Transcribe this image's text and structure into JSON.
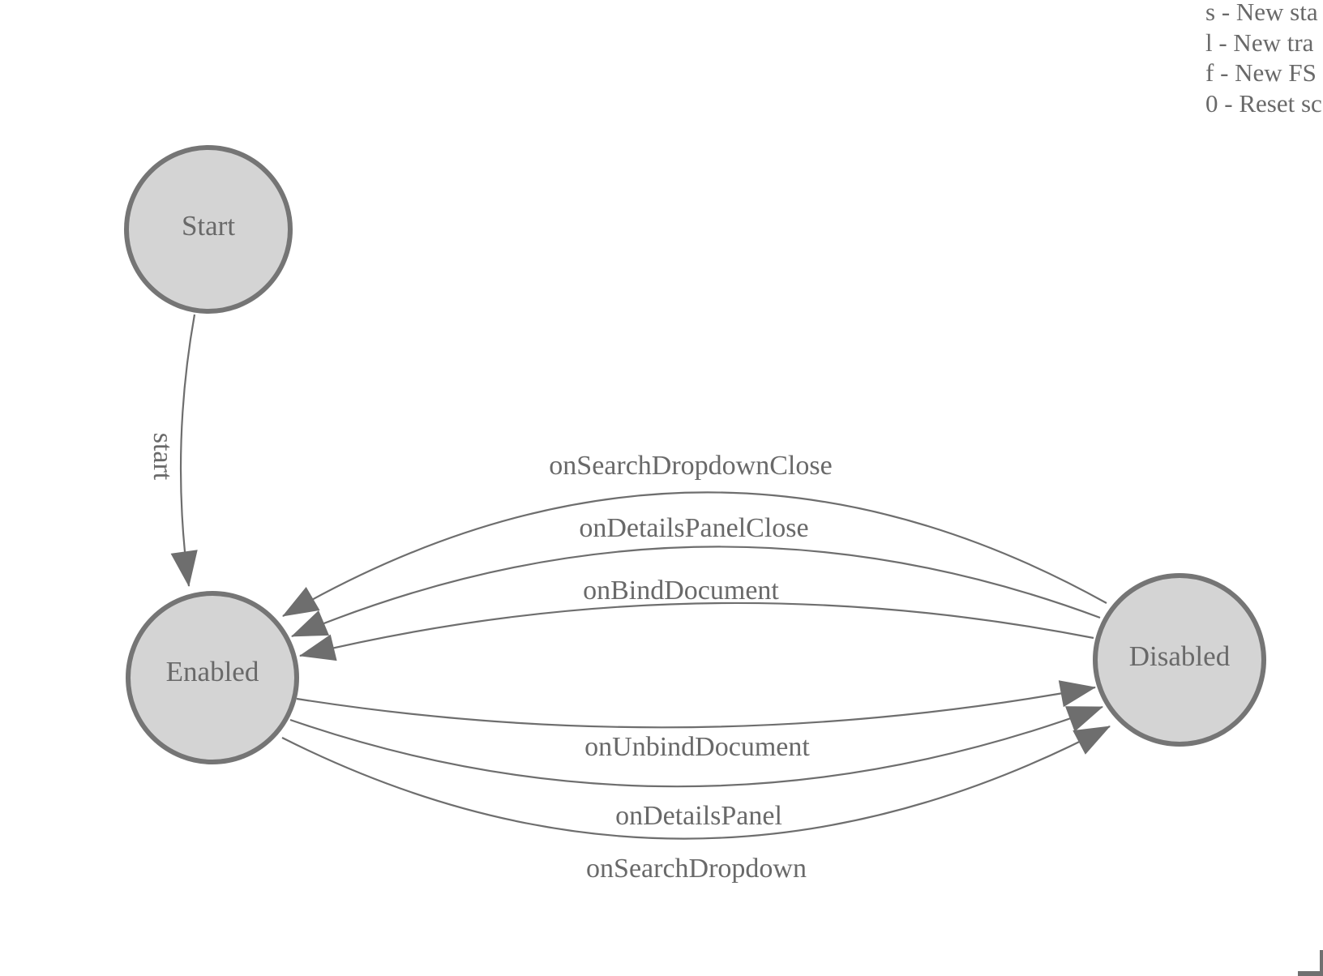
{
  "diagram": {
    "type": "finite-state-machine",
    "background": "#ffffff",
    "colors": {
      "node_fill": "#d4d4d4",
      "node_border": "#757575",
      "edge": "#6e6e6e",
      "label": "#696969"
    },
    "nodes": [
      {
        "id": "start",
        "label": "Start"
      },
      {
        "id": "enabled",
        "label": "Enabled"
      },
      {
        "id": "disabled",
        "label": "Disabled"
      }
    ],
    "edges": [
      {
        "from": "Start",
        "to": "Enabled",
        "label": "start"
      },
      {
        "from": "Disabled",
        "to": "Enabled",
        "label": "onSearchDropdownClose"
      },
      {
        "from": "Disabled",
        "to": "Enabled",
        "label": "onDetailsPanelClose"
      },
      {
        "from": "Disabled",
        "to": "Enabled",
        "label": "onBindDocument"
      },
      {
        "from": "Enabled",
        "to": "Disabled",
        "label": "onUnbindDocument"
      },
      {
        "from": "Enabled",
        "to": "Disabled",
        "label": "onDetailsPanel"
      },
      {
        "from": "Enabled",
        "to": "Disabled",
        "label": "onSearchDropdown"
      }
    ]
  },
  "legend": {
    "lines": [
      "s - New sta",
      "l - New tra",
      "f - New FS",
      "0 - Reset sc"
    ]
  }
}
